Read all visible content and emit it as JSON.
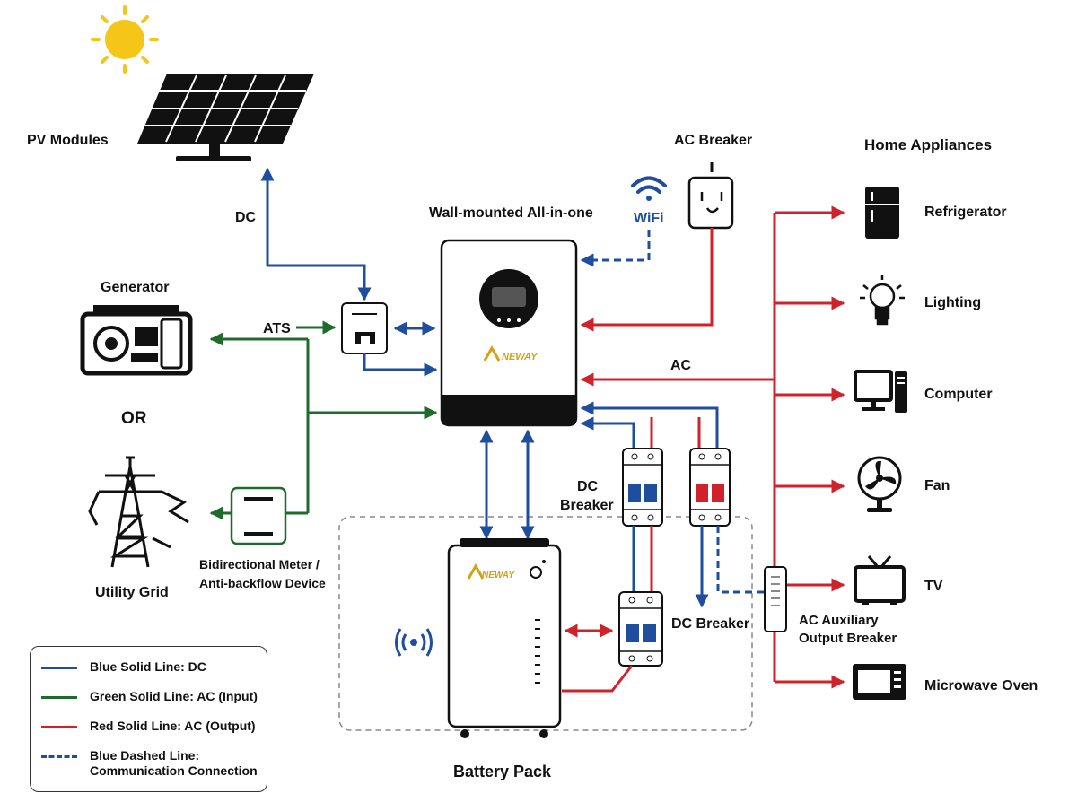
{
  "colors": {
    "dc": "#1f4e9f",
    "ac_input": "#1f6b2c",
    "ac_output": "#d0222a",
    "comm": "#1f4e9f",
    "sun": "#f5c518",
    "brand": "#d4a017"
  },
  "labels": {
    "pv_modules": "PV Modules",
    "dc": "DC",
    "generator": "Generator",
    "ats": "ATS",
    "or": "OR",
    "utility_grid": "Utility Grid",
    "meter_line1": "Bidirectional Meter /",
    "meter_line2": "Anti-backflow Device",
    "inverter": "Wall-mounted All-in-one",
    "wifi": "WiFi",
    "ac_breaker": "AC Breaker",
    "ac": "AC",
    "dc_breaker_upper_line1": "DC",
    "dc_breaker_upper_line2": "Breaker",
    "dc_breaker_lower": "DC Breaker",
    "ac_aux_line1": "AC Auxiliary",
    "ac_aux_line2": "Output Breaker",
    "battery_pack": "Battery Pack",
    "brand": "NEWAY",
    "home_appliances": "Home Appliances"
  },
  "appliances": [
    {
      "name": "Refrigerator",
      "icon": "refrigerator-icon"
    },
    {
      "name": "Lighting",
      "icon": "light-bulb-icon"
    },
    {
      "name": "Computer",
      "icon": "computer-icon"
    },
    {
      "name": "Fan",
      "icon": "fan-icon"
    },
    {
      "name": "TV",
      "icon": "tv-icon"
    },
    {
      "name": "Microwave Oven",
      "icon": "microwave-icon"
    }
  ],
  "legend": [
    {
      "type": "dc",
      "text": "Blue Solid Line: DC"
    },
    {
      "type": "ac_input",
      "text": "Green Solid Line: AC (Input)"
    },
    {
      "type": "ac_output",
      "text": "Red Solid Line: AC (Output)"
    },
    {
      "type": "comm",
      "text": "Blue Dashed Line:\nCommunication Connection"
    }
  ]
}
